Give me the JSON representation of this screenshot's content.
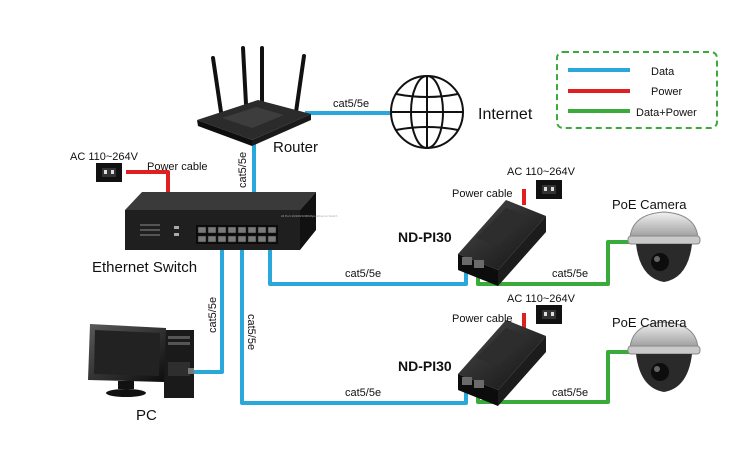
{
  "legend": {
    "items": [
      {
        "label": "Data",
        "color": "#2aa8db"
      },
      {
        "label": "Power",
        "color": "#e02020"
      },
      {
        "label": "Data+Power",
        "color": "#3aaa3a"
      }
    ],
    "border_color": "#3aaa3a"
  },
  "colors": {
    "data": "#2aa8db",
    "power": "#e02020",
    "data_power": "#3aaa3a"
  },
  "devices": {
    "router": "Router",
    "internet": "Internet",
    "switch": "Ethernet Switch",
    "pc": "PC",
    "injector_top": "ND-PI30",
    "injector_bottom": "ND-PI30",
    "camera_top": "PoE Camera",
    "camera_bottom": "PoE Camera"
  },
  "labels": {
    "ac_switch": "AC 110~264V",
    "power_cable_switch": "Power cable",
    "ac_inj_top": "AC 110~264V",
    "power_cable_inj_top": "Power cable",
    "ac_inj_bottom": "AC 110~264V",
    "power_cable_inj_bottom": "Power cable",
    "cable_router_internet": "cat5/5e",
    "cable_router_switch": "cat5/5e",
    "cable_switch_pc": "cat5/5e",
    "cable_switch_down": "cat5/5e",
    "cable_switch_inj_top": "cat5/5e",
    "cable_inj_top_camera": "cat5/5e",
    "cable_switch_inj_bottom": "cat5/5e",
    "cable_inj_bottom_camera": "cat5/5e",
    "switch_model_text": "24 Port 10/100/1000Mbps Ethernet Switch"
  },
  "icons": [
    "router-icon",
    "globe-icon",
    "switch-icon",
    "pc-icon",
    "injector-icon",
    "camera-icon",
    "power-socket-icon"
  ]
}
